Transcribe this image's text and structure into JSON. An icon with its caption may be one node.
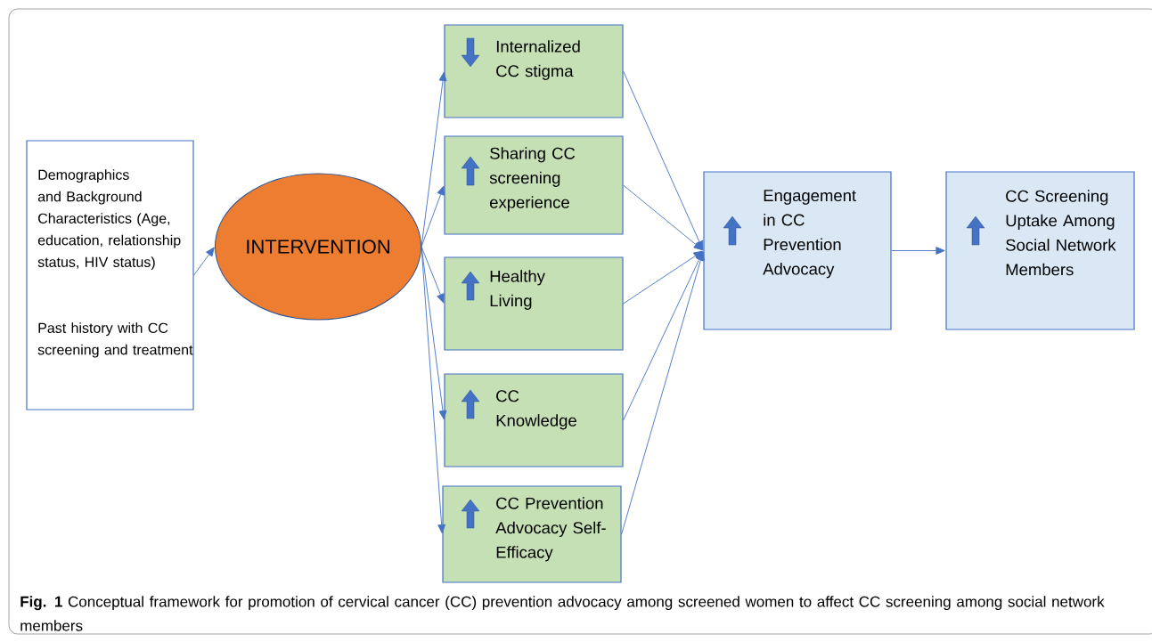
{
  "diagram": {
    "caption": "**Fig. 1** Conceptual framework for promotion of cervical cancer (CC) prevention advocacy among screened women to affect CC screening among social network members",
    "nodes": [
      {
        "text": [
          "Demographics and Background Characteristics (Age, education, relationship status, HIV status)",
          "Past history with CC screening and treatment"
        ]
      },
      {
        "text": [
          "INTERVENTION"
        ]
      },
      {
        "text": [
          "Internalized CC stigma"
        ]
      },
      {
        "text": [
          "Sharing CC screening experience"
        ]
      },
      {
        "text": [
          "Healthy Living"
        ]
      },
      {
        "text": [
          "CC Knowledge"
        ]
      },
      {
        "text": [
          "CC Prevention Advocacy Self-Efficacy"
        ]
      },
      {
        "text": [
          "Engagement in CC Prevention Advocacy"
        ]
      },
      {
        "text": [
          "CC Screening Uptake Among Social Network Members"
        ]
      }
    ],
    "edges": [
      {
        "from": 0,
        "to": 1,
        "arrow": "to"
      },
      {
        "from": 1,
        "to": 2,
        "arrow": "to"
      },
      {
        "from": 1,
        "to": 3,
        "arrow": "to"
      },
      {
        "from": 1,
        "to": 4,
        "arrow": "to"
      },
      {
        "from": 1,
        "to": 5,
        "arrow": "to"
      },
      {
        "from": 1,
        "to": 6,
        "arrow": "to"
      },
      {
        "from": 2,
        "to": 7,
        "arrow": "to"
      },
      {
        "from": 3,
        "to": 7,
        "arrow": "to"
      },
      {
        "from": 4,
        "to": 7,
        "arrow": "to"
      },
      {
        "from": 5,
        "to": 7,
        "arrow": "to"
      },
      {
        "from": 6,
        "to": 7,
        "arrow": "to"
      },
      {
        "from": 7,
        "to": 8,
        "arrow": "to"
      }
    ]
  }
}
